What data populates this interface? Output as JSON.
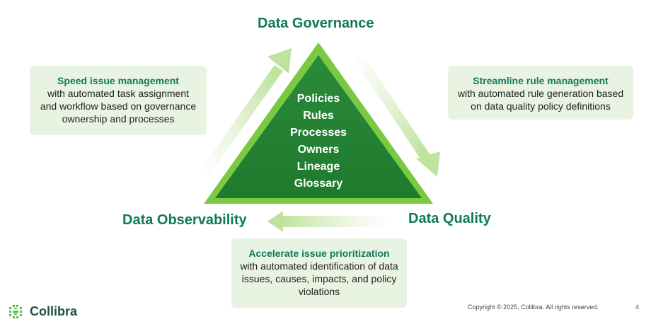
{
  "diagram": {
    "top_label": "Data Governance",
    "left_label": "Data Observability",
    "right_label": "Data Quality",
    "triangle_items": [
      "Policies",
      "Rules",
      "Processes",
      "Owners",
      "Lineage",
      "Glossary"
    ],
    "boxes": {
      "left": {
        "title": "Speed issue management",
        "lines": [
          "with automated task assignment",
          "and workflow based on governance",
          "ownership and processes"
        ]
      },
      "right": {
        "title": "Streamline rule management",
        "lines": [
          "with automated rule generation based",
          "on data quality policy definitions"
        ]
      },
      "bottom": {
        "title": "Accelerate issue prioritization",
        "lines": [
          "with automated identification of data",
          "issues, causes, impacts, and policy",
          "violations"
        ]
      }
    },
    "colors": {
      "accent": "#0f7a5a",
      "triangle_dark": "#1f7a2e",
      "triangle_light": "#7ac943",
      "box_bg": "#e9f3e1"
    }
  },
  "footer": {
    "brand": "Collibra",
    "brand_icon": "collibra-logo-icon",
    "copyright": "Copyright © 2025, Collibra. All rights reserved.",
    "page_number": "4"
  }
}
